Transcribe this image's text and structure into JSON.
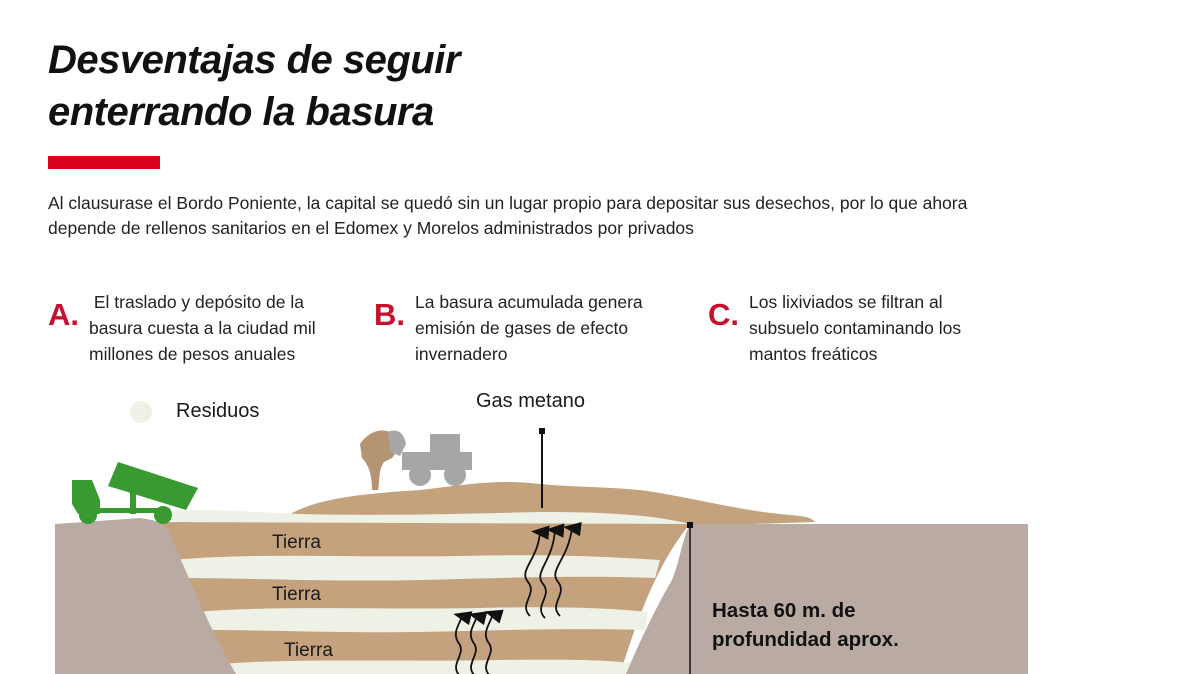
{
  "header": {
    "title_line1": "Desventajas de seguir",
    "title_line2": "enterrando la basura",
    "accent_color": "#d9001b"
  },
  "intro": "Al clausurase el Bordo Poniente, la capital se quedó sin un lugar propio para depositar sus desechos, por lo que ahora depende de rellenos sanitarios en el Edomex y Morelos administrados por privados",
  "points": [
    {
      "letter": "A.",
      "text": " El traslado y depósito de la basura cuesta a la ciudad mil millones de pesos anuales"
    },
    {
      "letter": "B.",
      "text": "La basura acumulada genera emisión de gases de efecto invernadero"
    },
    {
      "letter": "C.",
      "text": "Los lixiviados se filtran al subsuelo contaminando los mantos freáticos"
    }
  ],
  "diagram": {
    "legend_label": "Residuos",
    "gas_label": "Gas metano",
    "layer_labels": [
      "Tierra",
      "Tierra",
      "Tierra"
    ],
    "depth_line1": "Hasta 60 m. de",
    "depth_line2": "profundidad aprox.",
    "icons": [
      "dump-truck-icon",
      "bulldozer-icon",
      "gas-arrows-icon"
    ],
    "colors": {
      "ground": "#b9aba3",
      "soil": "#c4a27e",
      "waste": "#eef1e6",
      "truck": "#3a9a32",
      "bulldozer": "#a6a6a6",
      "letters": "#c8102e"
    }
  }
}
